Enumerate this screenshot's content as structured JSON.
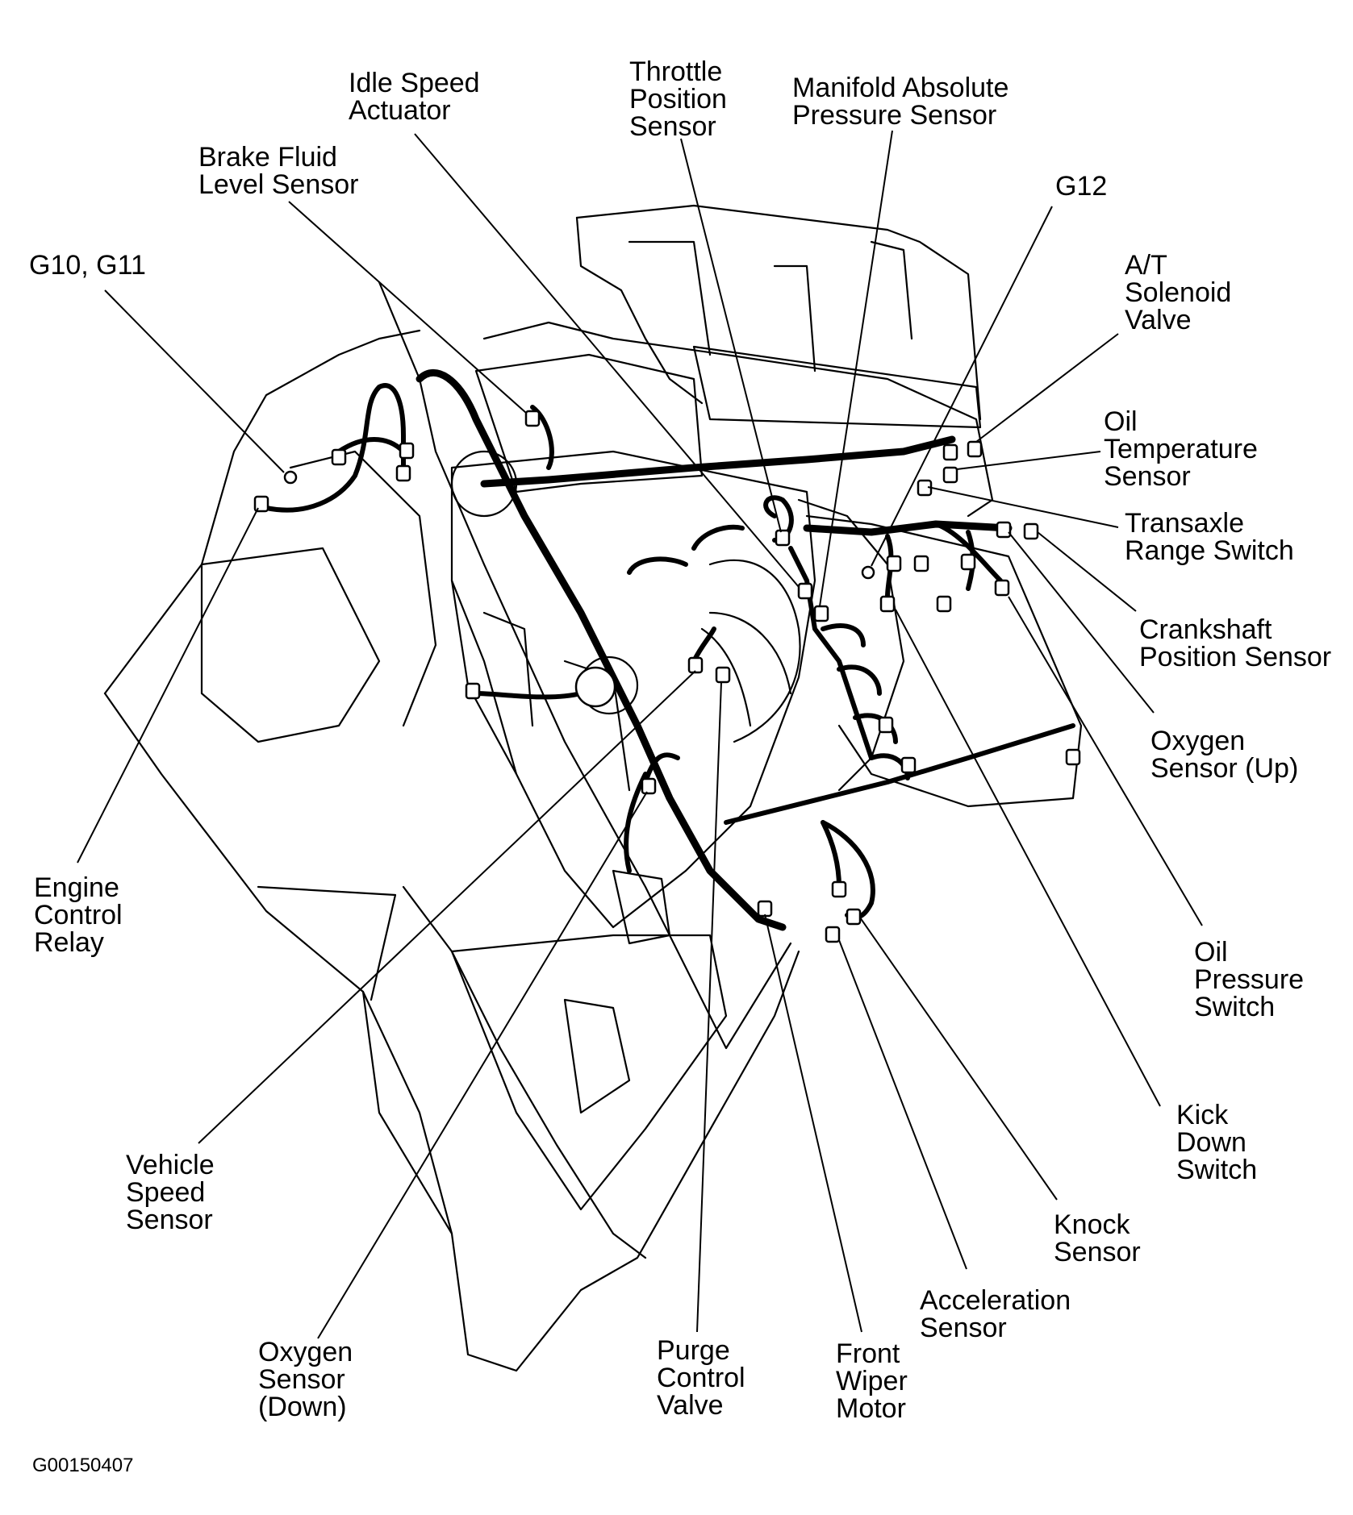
{
  "diagram": {
    "code": "G00150407",
    "callouts": [
      {
        "id": "g10-g11",
        "text": "G10, G11"
      },
      {
        "id": "brake-fluid",
        "text": "Brake Fluid\nLevel Sensor"
      },
      {
        "id": "idle-speed",
        "text": "Idle Speed\nActuator"
      },
      {
        "id": "throttle-position",
        "text": "Throttle\nPosition\nSensor"
      },
      {
        "id": "map-sensor",
        "text": "Manifold Absolute\nPressure Sensor"
      },
      {
        "id": "g12",
        "text": "G12"
      },
      {
        "id": "at-solenoid",
        "text": "A/T\nSolenoid\nValve"
      },
      {
        "id": "oil-temp",
        "text": "Oil\nTemperature\nSensor"
      },
      {
        "id": "transaxle-range",
        "text": "Transaxle\nRange Switch"
      },
      {
        "id": "crankshaft",
        "text": "Crankshaft\nPosition Sensor"
      },
      {
        "id": "oxygen-up",
        "text": "Oxygen\nSensor (Up)"
      },
      {
        "id": "oil-pressure",
        "text": "Oil\nPressure\nSwitch"
      },
      {
        "id": "kick-down",
        "text": "Kick\nDown\nSwitch"
      },
      {
        "id": "knock",
        "text": "Knock\nSensor"
      },
      {
        "id": "acceleration",
        "text": "Acceleration\nSensor"
      },
      {
        "id": "front-wiper",
        "text": "Front\nWiper\nMotor"
      },
      {
        "id": "purge-control",
        "text": "Purge\nControl\nValve"
      },
      {
        "id": "oxygen-down",
        "text": "Oxygen\nSensor\n(Down)"
      },
      {
        "id": "vehicle-speed",
        "text": "Vehicle\nSpeed\nSensor"
      },
      {
        "id": "engine-relay",
        "text": "Engine\nControl\nRelay"
      }
    ]
  }
}
